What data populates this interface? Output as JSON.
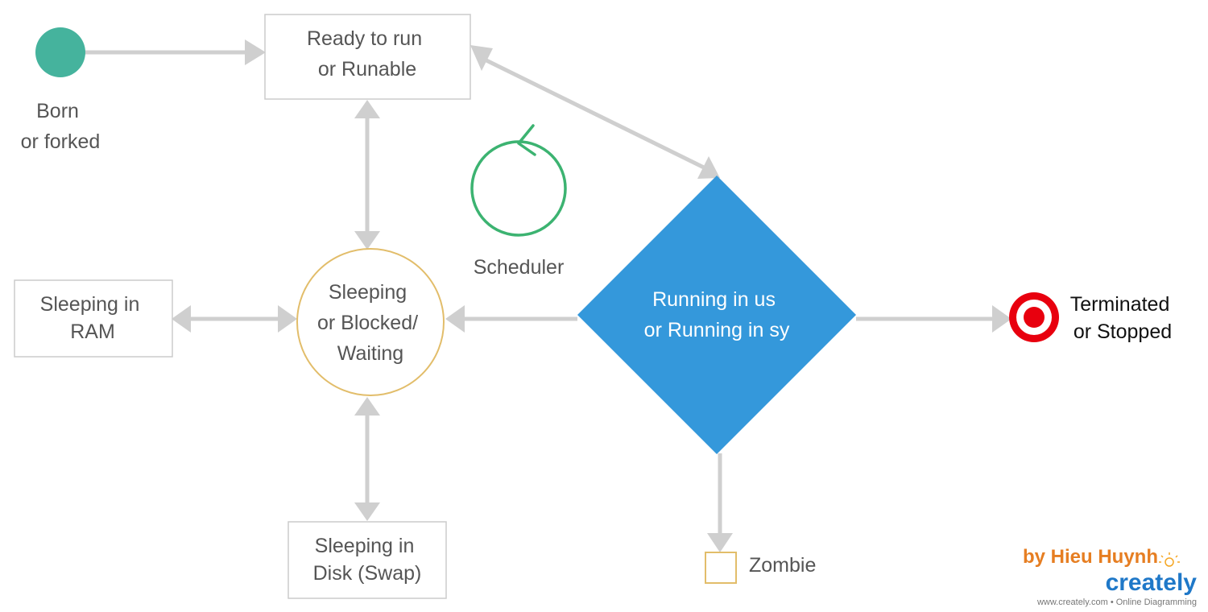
{
  "nodes": {
    "born": [
      "Born",
      "or forked"
    ],
    "ready": [
      "Ready to run",
      "or Runable"
    ],
    "scheduler": [
      "Scheduler"
    ],
    "sleeping": [
      "Sleeping",
      "or Blocked/",
      "Waiting"
    ],
    "sleeping_ram": [
      "Sleeping in",
      "RAM"
    ],
    "sleeping_disk": [
      "Sleeping in",
      "Disk (Swap)"
    ],
    "running": [
      "Running in us",
      "or Running in sy"
    ],
    "terminated": [
      "Terminated",
      "or Stopped"
    ],
    "zombie": [
      "Zombie"
    ]
  },
  "branding": {
    "author": "by Hieu Huynh",
    "logo": "creately",
    "tagline": "www.creately.com • Online Diagramming"
  },
  "colors": {
    "start_node": "#45b39d",
    "scheduler_stroke": "#3cb371",
    "sleeping_stroke": "#e2bd6a",
    "running_fill": "#3498db",
    "terminated_red": "#e8000e",
    "zombie_stroke": "#e2bd6a",
    "edge": "#cfcfcf",
    "author_color": "#e67e22",
    "logo_blue": "#1f78c8",
    "logo_orange": "#f5a623"
  },
  "icons": {
    "start": "filled-circle-start-icon",
    "end": "bullseye-end-icon",
    "scheduler": "loop-arrow-icon",
    "logo_bulb": "lightbulb-icon"
  }
}
